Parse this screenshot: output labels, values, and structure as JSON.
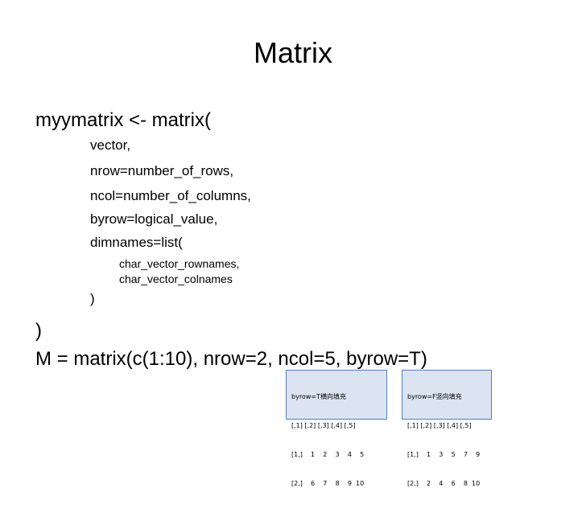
{
  "slide": {
    "title": "Matrix",
    "lines": [
      "myymatrix <- matrix(",
      "vector,",
      "nrow=number_of_rows,",
      "ncol=number_of_columns,",
      "byrow=logical_value,",
      "dimnames=list(",
      "char_vector_rownames,",
      "char_vector_colnames",
      ")",
      ")",
      "M = matrix(c(1:10), nrow=2, ncol=5, byrow=T)"
    ]
  },
  "outputs": [
    {
      "heading": "byrow=T横向填充",
      "col_header": "[,1] [,2] [,3] [,4] [,5]",
      "row1": "[1,]    1    2    3    4    5",
      "row2": "[2,]    6    7    8    9  10"
    },
    {
      "heading": "byrow=F竖向填充",
      "col_header": "[,1] [,2] [,3] [,4] [,5]",
      "row1": "[1,]    1    3    5    7    9",
      "row2": "[2,]    2    4    6    8  10"
    }
  ]
}
